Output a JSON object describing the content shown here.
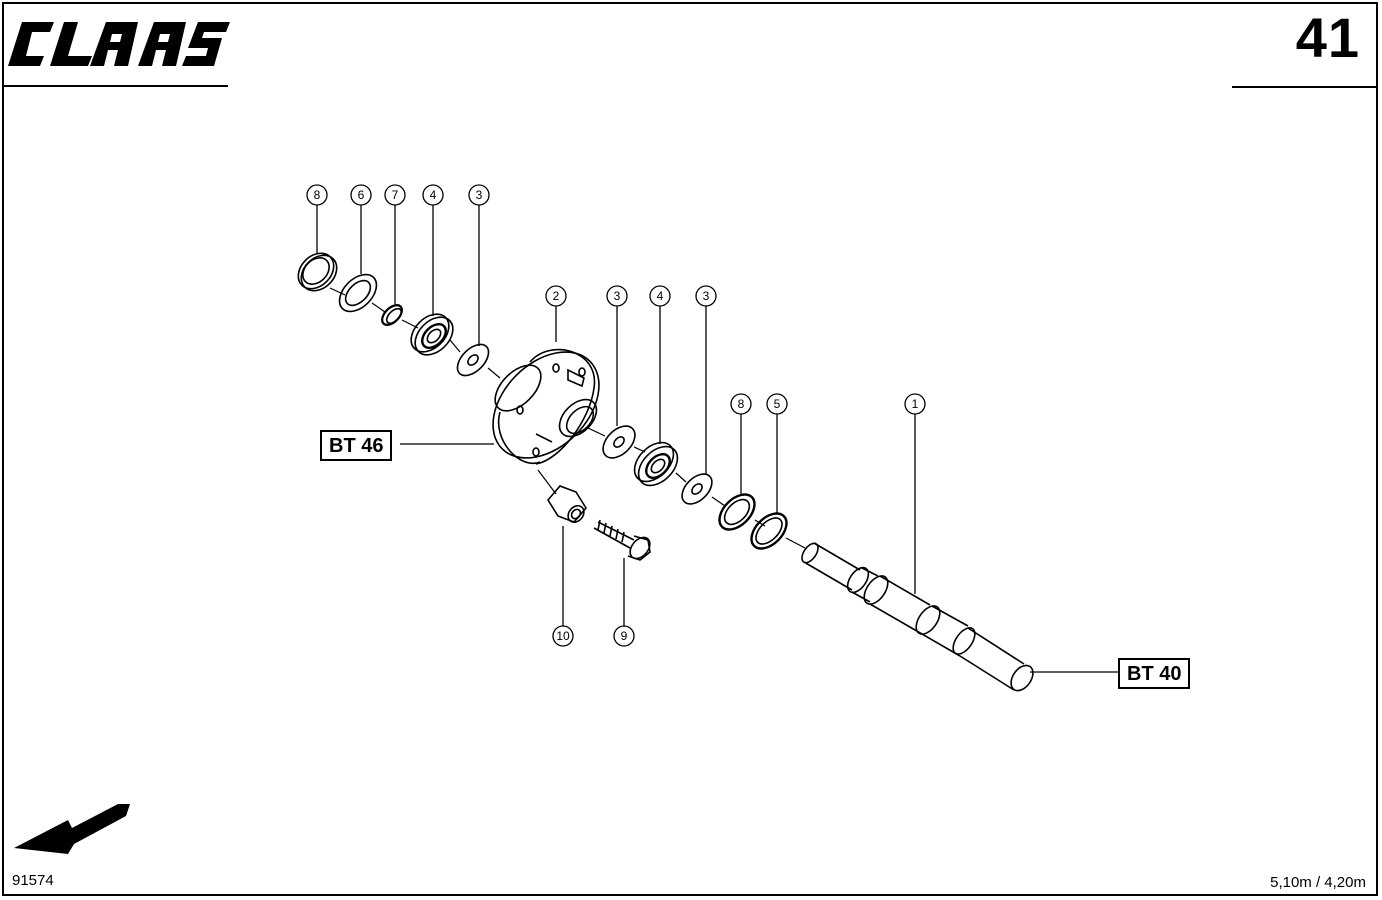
{
  "header": {
    "brand": "CLAAS",
    "page_number": "41"
  },
  "footer": {
    "drawing_code": "91574",
    "model_info": "5,10m / 4,20m"
  },
  "references": {
    "bt46": "BT 46",
    "bt40": "BT 40"
  },
  "callouts": {
    "c8a": "8",
    "c6": "6",
    "c7": "7",
    "c4a": "4",
    "c3a": "3",
    "c2": "2",
    "c3b": "3",
    "c4b": "4",
    "c3c": "3",
    "c8b": "8",
    "c5": "5",
    "c1": "1",
    "c10": "10",
    "c9": "9"
  },
  "icons": {
    "direction_arrow": "arrow-down-left-icon"
  }
}
